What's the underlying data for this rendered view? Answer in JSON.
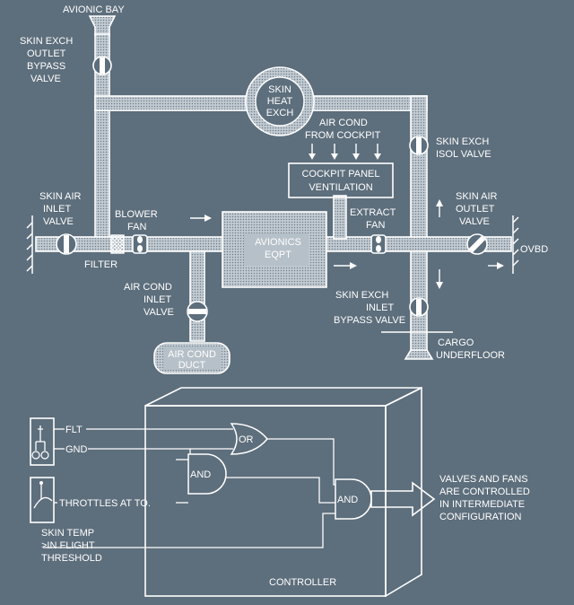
{
  "top": {
    "avionic_bay": "AVIONIC BAY",
    "skin_exch_outlet_bypass_valve": [
      "SKIN EXCH",
      "OUTLET",
      "BYPASS",
      "VALVE"
    ],
    "skin_heat_exch": [
      "SKIN",
      "HEAT",
      "EXCH"
    ],
    "air_cond_from_cockpit": [
      "AIR COND",
      "FROM COCKPIT"
    ],
    "skin_exch_isol_valve": [
      "SKIN EXCH",
      "ISOL VALVE"
    ],
    "cockpit_panel_ventilation": [
      "COCKPIT PANEL",
      "VENTILATION"
    ],
    "skin_air_inlet_valve": [
      "SKIN AIR",
      "INLET",
      "VALVE"
    ],
    "blower_fan": [
      "BLOWER",
      "FAN"
    ],
    "extract_fan": [
      "EXTRACT",
      "FAN"
    ],
    "skin_air_outlet_valve": [
      "SKIN AIR",
      "OUTLET",
      "VALVE"
    ],
    "avionics_eqpt": [
      "AVIONICS",
      "EQPT"
    ],
    "ovbd": "OVBD",
    "filter": "FILTER",
    "air_cond_inlet_valve": [
      "AIR COND",
      "INLET",
      "VALVE"
    ],
    "skin_exch_inlet_bypass_valve": [
      "SKIN EXCH",
      "INLET",
      "BYPASS VALVE"
    ],
    "air_cond_duct": [
      "AIR COND",
      "DUCT"
    ],
    "cargo_underfloor": [
      "CARGO",
      "UNDERFLOOR"
    ]
  },
  "logic": {
    "flt": "FLT",
    "gnd": "GND",
    "throttles": "THROTTLES AT TO.",
    "skin_temp": [
      "SKIN TEMP",
      ">IN FLIGHT",
      "THRESHOLD"
    ],
    "or_gate": "OR",
    "and_gate_1": "AND",
    "and_gate_2": "AND",
    "output": [
      "VALVES AND FANS",
      "ARE CONTROLLED",
      "IN INTERMEDIATE",
      "CONFIGURATION"
    ],
    "controller": "CONTROLLER"
  }
}
